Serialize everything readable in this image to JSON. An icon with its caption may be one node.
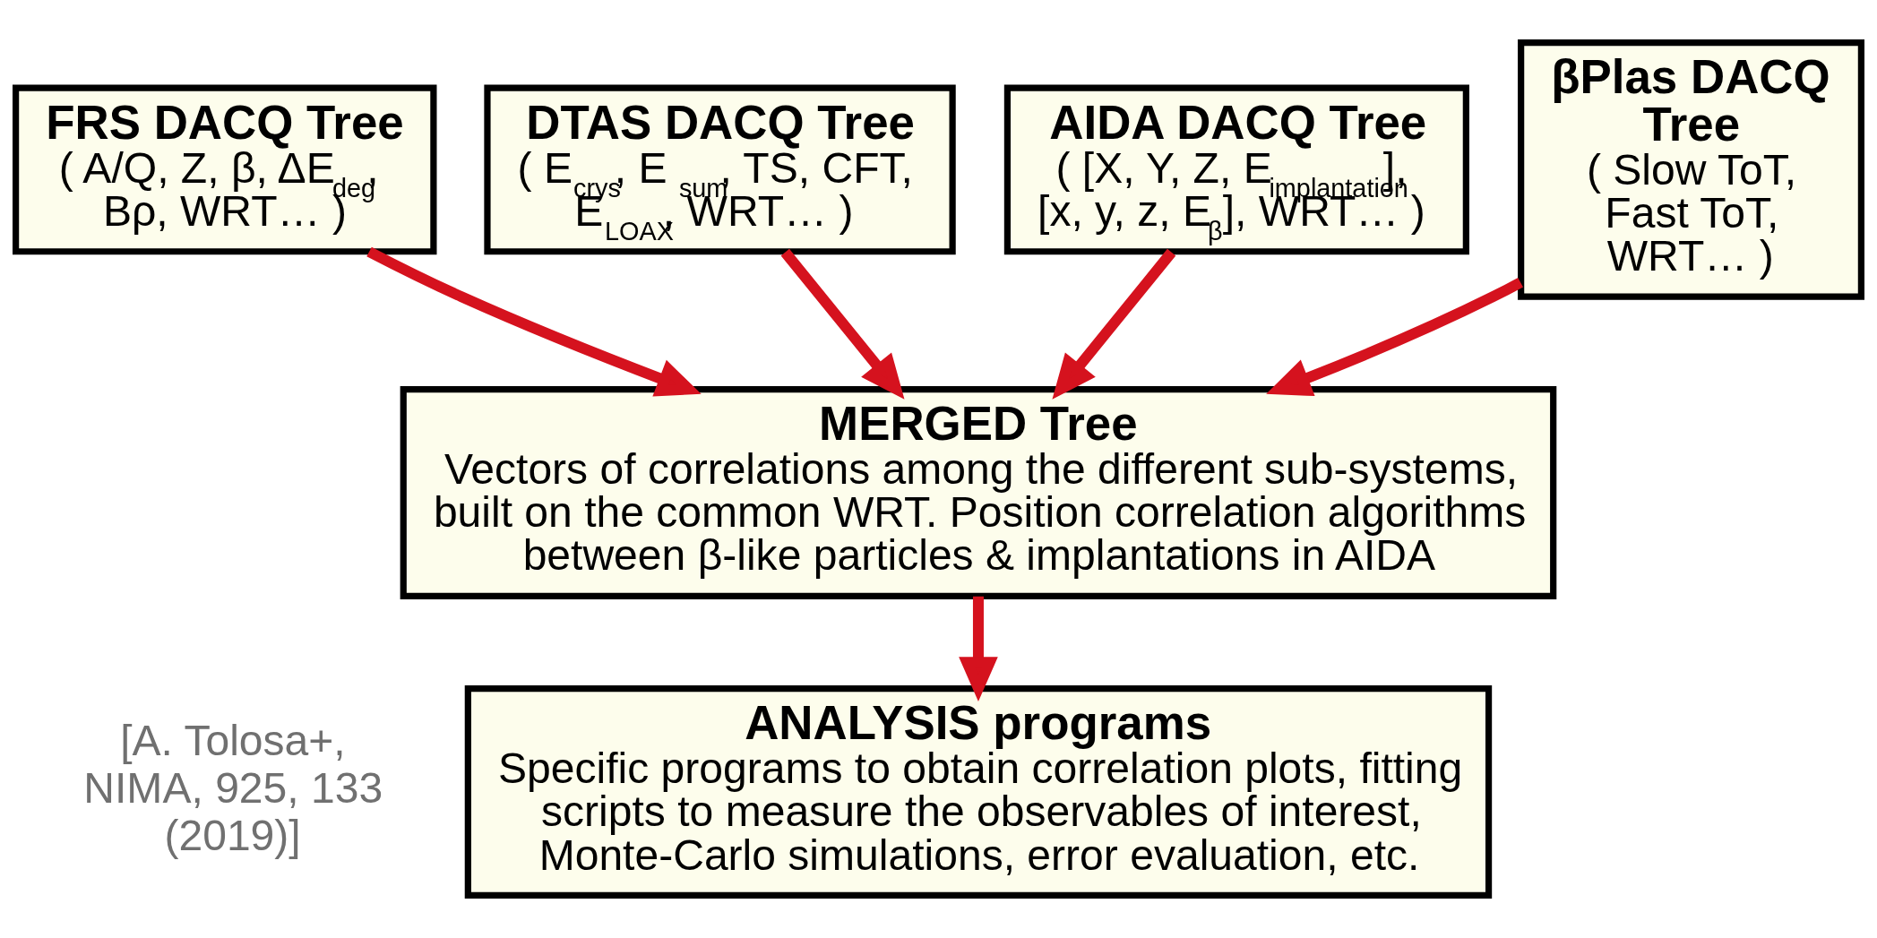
{
  "diagram": {
    "nodes": [
      {
        "text": [
          "FRS DACQ Tree",
          "( A/Q, Z, β, ΔE$_{deg}$, Bρ, WRT… )"
        ]
      },
      {
        "text": [
          "DTAS DACQ Tree",
          "( E$_{crys}$, E$_{sum}$, TS, CFT, E$_{LOAX}$, WRT… )"
        ]
      },
      {
        "text": [
          "AIDA DACQ Tree",
          "( [X, Y, Z, E$_{implantation}$], [x, y, z, E$_{β}$], WRT… )"
        ]
      },
      {
        "text": [
          "βPlas DACQ Tree",
          "( Slow ToT, Fast ToT, WRT… )"
        ]
      },
      {
        "text": [
          "MERGED Tree",
          "Vectors of correlations among the different sub-systems, built on the common WRT. Position correlation algorithms between β-like particles & implantations in AIDA"
        ]
      },
      {
        "text": [
          "ANALYSIS programs",
          "Specific programs to obtain correlation plots, fitting scripts to measure the observables of interest, Monte-Carlo simulations, error evaluation, etc."
        ]
      }
    ],
    "edges": [
      {
        "from": 0,
        "to": 4,
        "arrow": "to",
        "color": "#d5121e"
      },
      {
        "from": 1,
        "to": 4,
        "arrow": "to",
        "color": "#d5121e"
      },
      {
        "from": 2,
        "to": 4,
        "arrow": "to",
        "color": "#d5121e"
      },
      {
        "from": 3,
        "to": 4,
        "arrow": "to",
        "color": "#d5121e"
      },
      {
        "from": 4,
        "to": 5,
        "arrow": "to",
        "color": "#d5121e"
      }
    ],
    "labels": [
      "[A. Tolosa+, NIMA, 925, 133 (2019)]"
    ]
  }
}
